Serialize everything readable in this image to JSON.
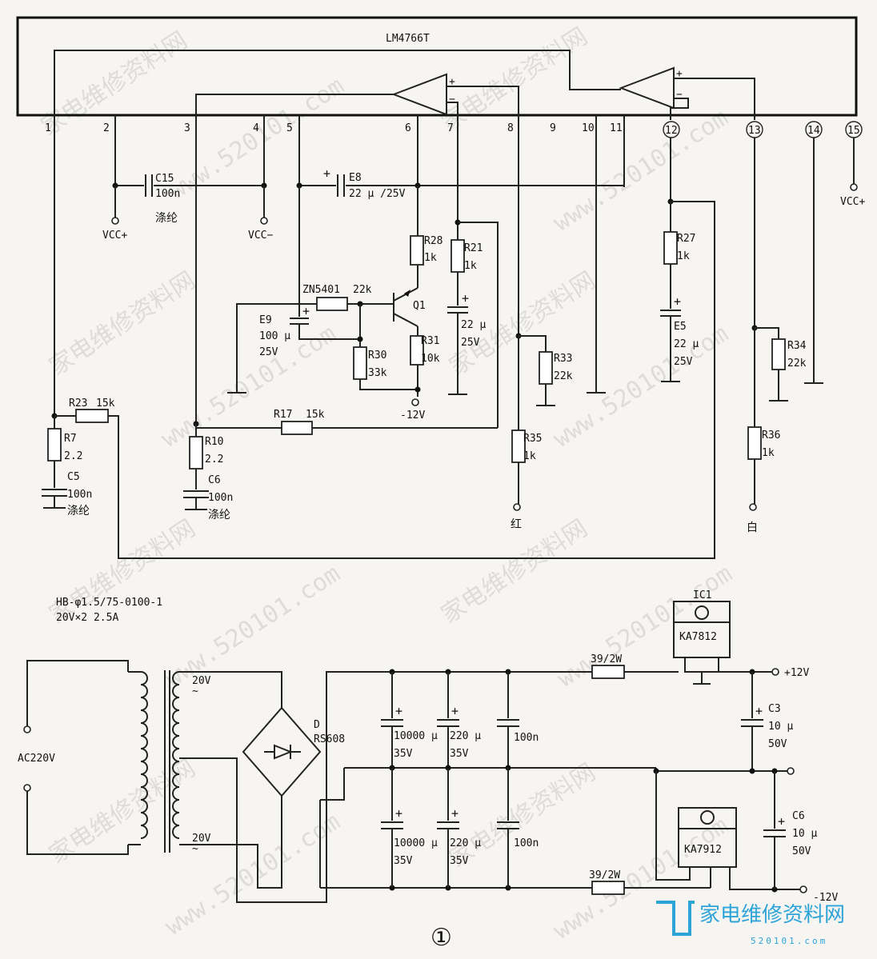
{
  "ic_name": "LM4766T",
  "pins": [
    "1",
    "2",
    "3",
    "4",
    "5",
    "6",
    "7",
    "8",
    "9",
    "10",
    "11",
    "12",
    "13",
    "14",
    "15"
  ],
  "amp_plus": "+",
  "amp_minus": "−",
  "components": {
    "c15": "C15",
    "c15_val": "100n",
    "c15_type": "涤纶",
    "e8": "E8",
    "e8_val": "22 μ /25V",
    "r28": "R28",
    "r28_val": "1k",
    "r21": "R21",
    "r21_val": "1k",
    "diode": "ZN5401",
    "r_22k": "22k",
    "q1": "Q1",
    "e9": "E9",
    "e9_val": "100 μ",
    "e9_v": "25V",
    "e_22": "22 μ",
    "e_25v": "25V",
    "r31": "R31",
    "r31_val": "10k",
    "r30": "R30",
    "r30_val": "33k",
    "r27": "R27",
    "r27_val": "1k",
    "e5": "E5",
    "e5_val": "22 μ",
    "e5_v": "25V",
    "r33": "R33",
    "r33_val": "22k",
    "r34": "R34",
    "r34_val": "22k",
    "r23": "R23",
    "r23_val": "15k",
    "r17": "R17",
    "r17_val": "15k",
    "r7": "R7",
    "r7_val": "2.2",
    "c5": "C5",
    "c5_val": "100n",
    "c5_type": "涤纶",
    "r10": "R10",
    "r10_val": "2.2",
    "c6": "C6",
    "c6_val": "100n",
    "c6_type": "涤纶",
    "r35": "R35",
    "r35_val": "1k",
    "red": "红",
    "r36": "R36",
    "r36_val": "1k",
    "white": "白"
  },
  "rails": {
    "vcc_plus": "VCC+",
    "vcc_minus": "VCC−",
    "neg12": "-12V",
    "pos12": "+12V"
  },
  "psu": {
    "transformer": "HB-φ1.5/75-0100-1",
    "transformer_spec": "20V×2 2.5A",
    "ac_in": "AC220V",
    "sec_top": "20V",
    "sec_bot": "20V",
    "ac_sym": "~",
    "bridge": "D",
    "bridge_name": "RS608",
    "cap_big": "10000 μ",
    "cap_big_v": "35V",
    "cap_mid": "220 μ",
    "cap_mid_v": "35V",
    "cap_100n": "100n",
    "res_drop": "39/2W",
    "ic1": "IC1",
    "reg_pos": "KA7812",
    "reg_neg": "KA7912",
    "c3": "C3",
    "c3_val": "10 μ",
    "c3_v": "50V",
    "c6": "C6",
    "c6_val": "10 μ",
    "c6_v": "50V",
    "out_pos": "+12V",
    "out_neg": "-12V"
  },
  "figure_number": "①",
  "watermark": {
    "site_cn": "家电维修资料网",
    "site_url": "www.520101.com",
    "logo_cn": "家电维修资料网",
    "logo_url": "520101.com"
  }
}
